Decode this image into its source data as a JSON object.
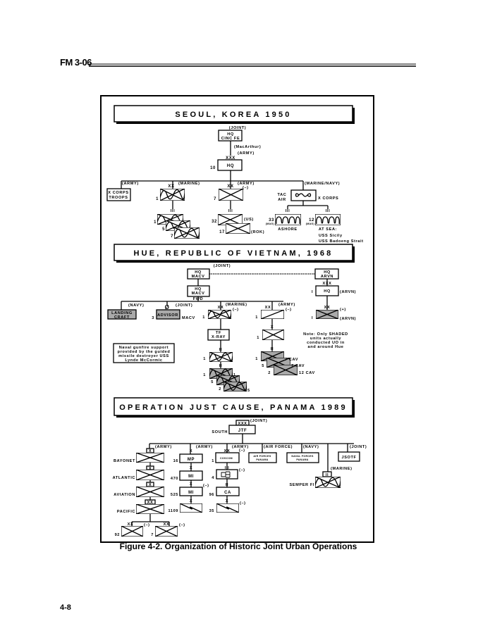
{
  "header": {
    "manual": "FM 3-06"
  },
  "footer": {
    "page_number": "4-8"
  },
  "figure": {
    "caption": "Figure 4-2. Organization of Historic Joint Urban Operations"
  },
  "seoul": {
    "title": "SEOUL, KOREA 1950",
    "labels": [
      "(JOINT)",
      "HQ",
      "CINC FE",
      "(MacArthur)",
      "(ARMY)",
      "XXX",
      "HQ",
      "10",
      "(ARMY)",
      "X CORPS",
      "TROOPS",
      "XX",
      "(MARINE)",
      "1",
      "III",
      "1",
      "5",
      "7",
      "XX",
      "(ARMY)",
      "(–)",
      "7",
      "III",
      "32",
      "(US)",
      "17",
      "(ROK)",
      "(MARINE/NAVY)",
      "TAC",
      "AIR",
      "X CORPS",
      "III",
      "III",
      "33",
      "(MAG)",
      "12",
      "(MAG)",
      "ASHORE",
      "AT SEA:",
      "USS Sicily",
      "USS Badoeng Strait"
    ]
  },
  "hue": {
    "title": "HUE, REPUBLIC OF VIETNAM, 1968",
    "labels": [
      "(JOINT)",
      "HQ",
      "MACV",
      "HQ",
      "ARVN",
      "HQ",
      "MACV",
      "FWD",
      "XXX",
      "HQ",
      "I",
      "(ARVN)",
      "(NAVY)",
      "LANDING",
      "CRAFT",
      "(JOINT)",
      "ADVISOR",
      "3",
      "MACV",
      "XX",
      "(MARINE)",
      "(–)",
      "1",
      "XX",
      "(ARMY)",
      "(–)",
      "1",
      "XX",
      "(+)",
      "I",
      "(ARVN)",
      "TF",
      "X-RAY",
      "X",
      "1",
      "II",
      "1",
      "II",
      "1",
      "1",
      "5",
      "2",
      "5",
      "II",
      "1",
      "7 CAV",
      "5",
      "7 CAV",
      "2",
      "12 CAV",
      "Ø"
    ],
    "note": [
      "Note: Only SHADED",
      "units actually",
      "conducted UO in",
      "and around Hue"
    ],
    "naval_note": [
      "Naval gunfire support",
      "provided by the guided",
      "missile destroyer USS",
      "Lynde McCormic"
    ]
  },
  "panama": {
    "title": "OPERATION JUST CAUSE, PANAMA 1989",
    "labels": [
      "XXX",
      "(JOINT)",
      "JTF",
      "SOUTH",
      "(ARMY)",
      "X",
      "BAYONET",
      "X",
      "ATLANTIC",
      "X",
      "AVIATION",
      "XX",
      "PACIFIC",
      "XX",
      "(–)",
      "92",
      "XX",
      "(–)",
      "7",
      "(ARMY)",
      "X",
      "MP",
      "16",
      "X",
      "MI",
      "470",
      "X",
      "MI",
      "(–)",
      "525",
      "X",
      "1109",
      "(ARMY)",
      "XX",
      "(–)",
      "COSCOM",
      "1",
      "III",
      "(–)",
      "4",
      "II",
      "CA",
      "96",
      "X",
      "(–)",
      "35",
      "(AIR FORCE)",
      "AIR FORCES",
      "PANAMA",
      "(NAVY)",
      "NAVAL FORCES",
      "PANAMA",
      "(MARINE)",
      "II",
      "SEMPER FI",
      "(JOINT)",
      "JSOTF"
    ]
  }
}
